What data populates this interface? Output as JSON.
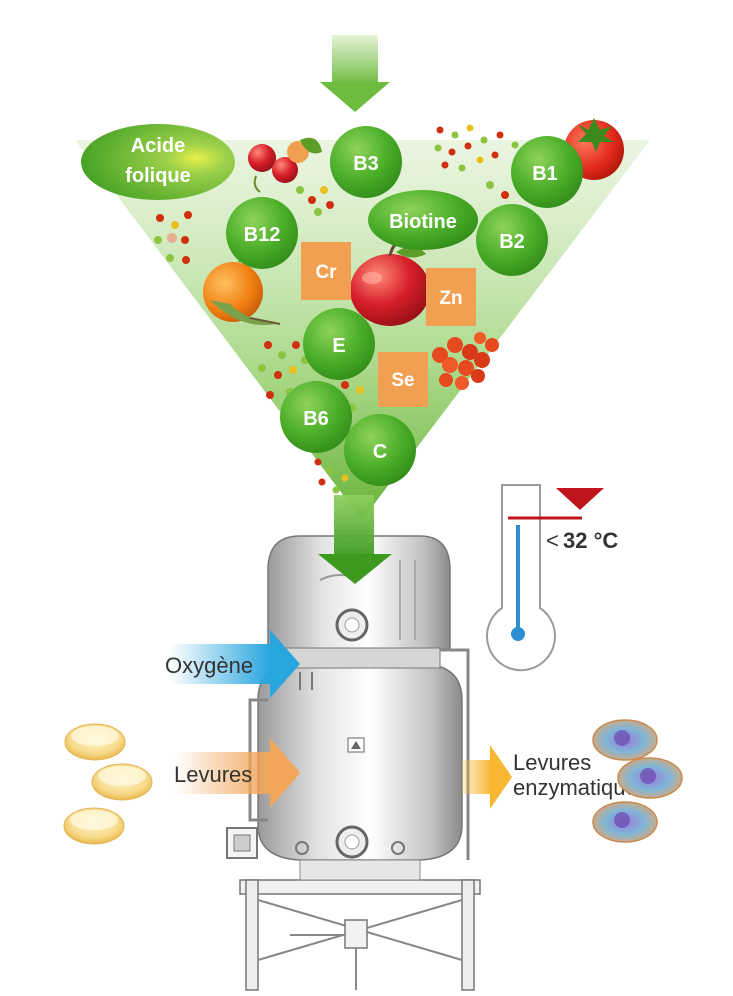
{
  "vitamins": [
    {
      "id": "acide-folique",
      "lines": [
        "Acide",
        "folique"
      ]
    },
    {
      "id": "b3",
      "lines": [
        "B3"
      ]
    },
    {
      "id": "b1",
      "lines": [
        "B1"
      ]
    },
    {
      "id": "b12",
      "lines": [
        "B12"
      ]
    },
    {
      "id": "biotine",
      "lines": [
        "Biotine"
      ]
    },
    {
      "id": "b2",
      "lines": [
        "B2"
      ]
    },
    {
      "id": "e",
      "lines": [
        "E"
      ]
    },
    {
      "id": "b6",
      "lines": [
        "B6"
      ]
    },
    {
      "id": "c",
      "lines": [
        "C"
      ]
    }
  ],
  "minerals": [
    {
      "id": "cr",
      "label": "Cr"
    },
    {
      "id": "zn",
      "label": "Zn"
    },
    {
      "id": "se",
      "label": "Se"
    }
  ],
  "inputs": {
    "oxygen": "Oxygène",
    "yeast": "Levures"
  },
  "output": {
    "line1": "Levures",
    "line2": "enzymatiques"
  },
  "temperature": {
    "prefix": "<",
    "value": "32 °C"
  },
  "colors": {
    "bubble_green": "#4caf2a",
    "mineral_orange": "#f0a050",
    "oxygen_arrow": "#2aa6df",
    "yeast_arrow": "#f2a65a",
    "output_arrow": "#f7b733",
    "thermo_red": "#c0141c",
    "thermo_blue": "#2a8fd0"
  }
}
